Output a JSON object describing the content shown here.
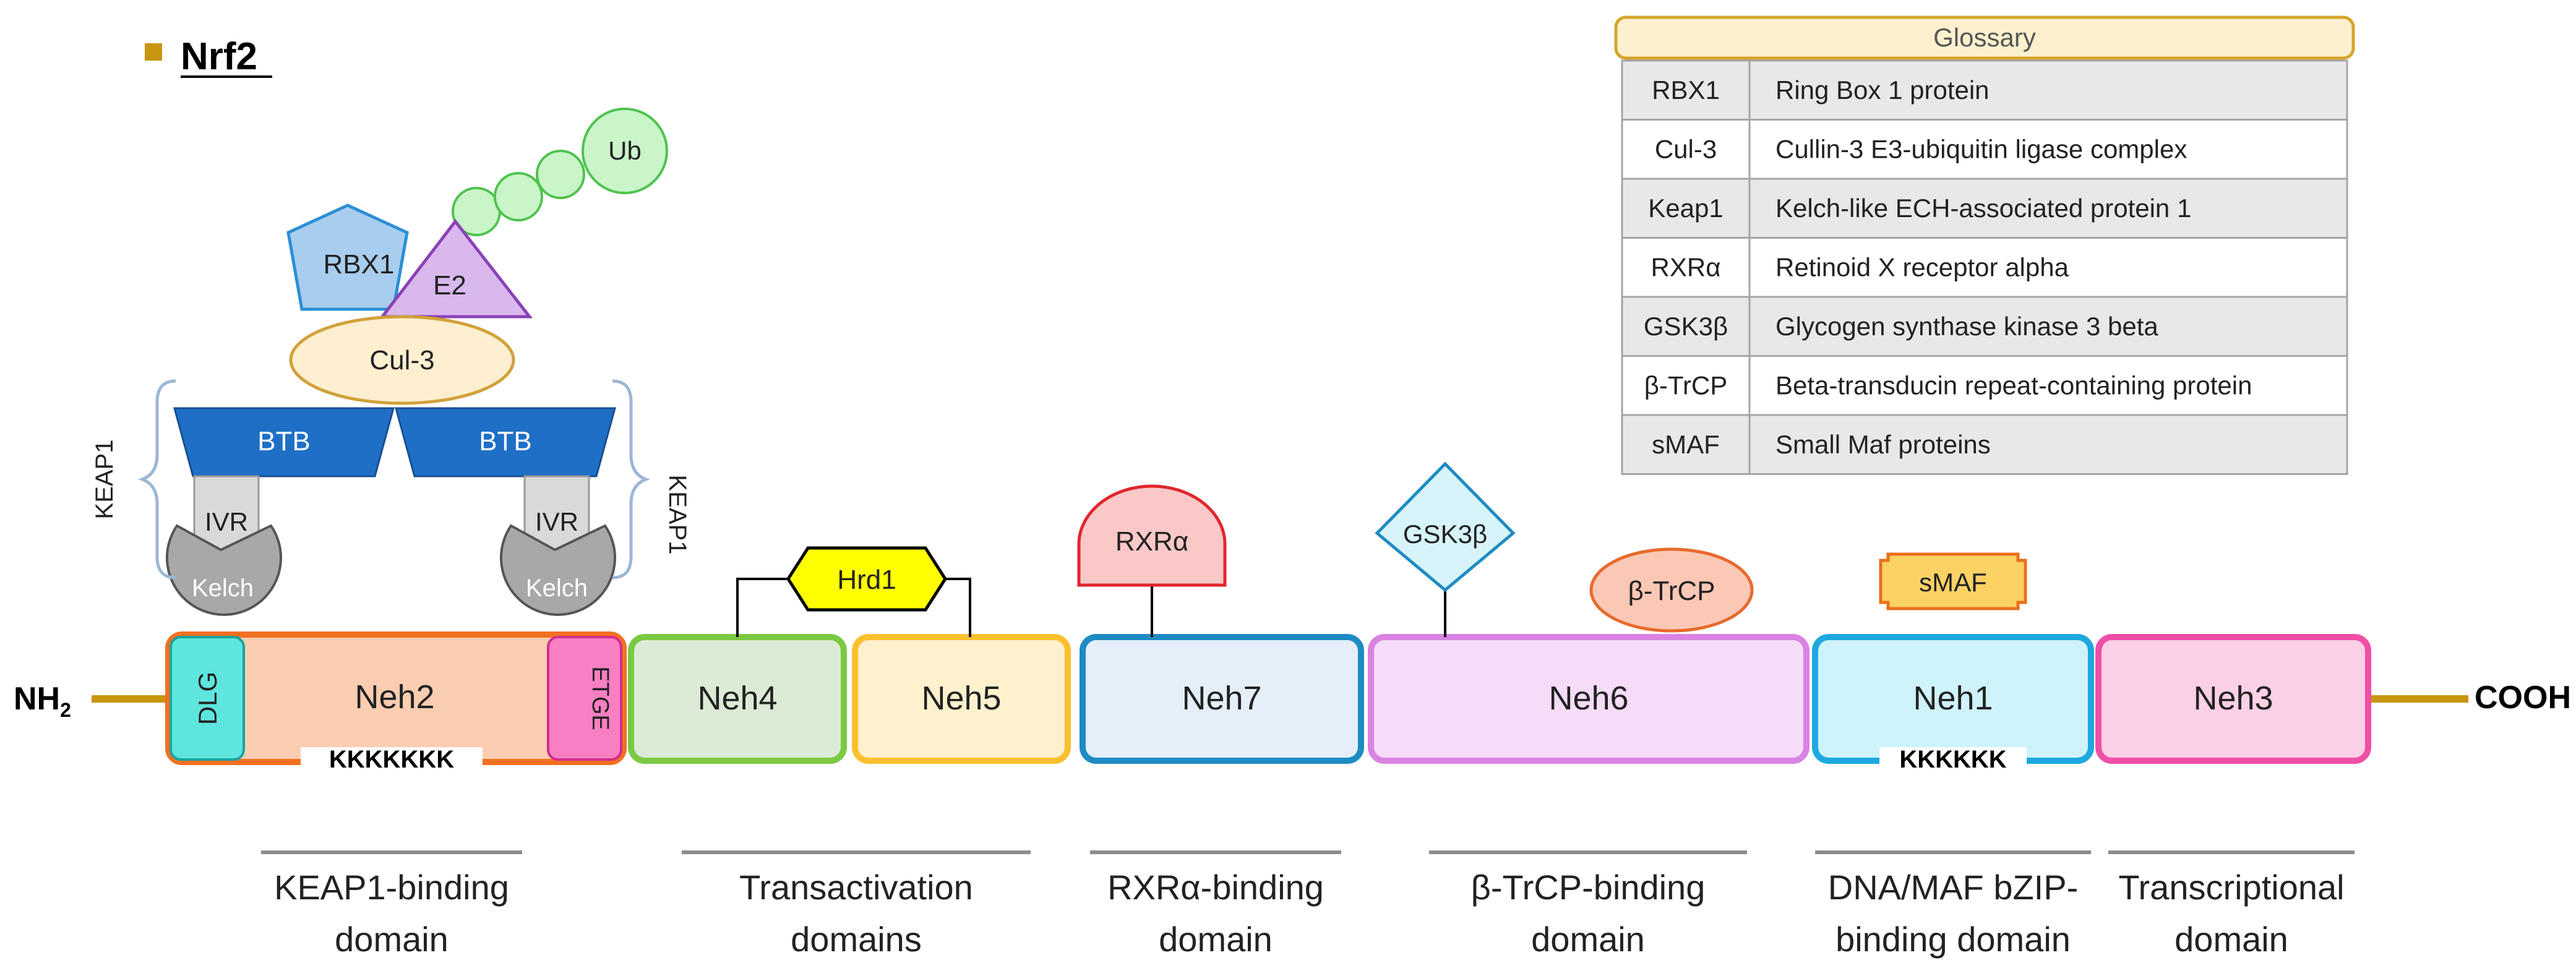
{
  "title": "Nrf2",
  "glossary": {
    "header": "Glossary",
    "rows": [
      {
        "abbr": "RBX1",
        "full": "Ring Box 1 protein"
      },
      {
        "abbr": "Cul-3",
        "full": "Cullin-3 E3-ubiquitin ligase complex"
      },
      {
        "abbr": "Keap1",
        "full": "Kelch-like ECH-associated protein 1"
      },
      {
        "abbr": "RXRα",
        "full": "Retinoid X receptor alpha"
      },
      {
        "abbr": "GSK3β",
        "full": "Glycogen synthase kinase 3 beta"
      },
      {
        "abbr": "β-TrCP",
        "full": "Beta-transducin repeat-containing protein"
      },
      {
        "abbr": "sMAF",
        "full": "Small Maf proteins"
      }
    ]
  },
  "complex": {
    "ub": "Ub",
    "e2": "E2",
    "rbx1": "RBX1",
    "cul3": "Cul-3",
    "btb_left": "BTB",
    "btb_right": "BTB",
    "ivr_left": "IVR",
    "ivr_right": "IVR",
    "kelch_left": "Kelch",
    "kelch_right": "Kelch",
    "keap1_left": "KEAP1",
    "keap1_right": "KEAP1"
  },
  "termini": {
    "n": "NH",
    "n_sub": "2",
    "c": "COOH"
  },
  "domains": {
    "dlg": "DLG",
    "neh2": "Neh2",
    "etge": "ETGE",
    "neh4": "Neh4",
    "neh5": "Neh5",
    "neh7": "Neh7",
    "neh6": "Neh6",
    "neh1": "Neh1",
    "neh3": "Neh3",
    "lys_neh2": "KKKKKKK",
    "lys_neh1": "KKKKKK"
  },
  "binders": {
    "hrd1": "Hrd1",
    "rxra": "RXRα",
    "gsk3b": "GSK3β",
    "btrcp": "β-TrCP",
    "smaf": "sMAF"
  },
  "regions": [
    {
      "line1": "KEAP1-binding",
      "line2": "domain"
    },
    {
      "line1": "Transactivation",
      "line2": "domains"
    },
    {
      "line1": "RXRα-binding",
      "line2": "domain"
    },
    {
      "line1": "β-TrCP-binding",
      "line2": "domain"
    },
    {
      "line1": "DNA/MAF bZIP-",
      "line2": "binding domain"
    },
    {
      "line1": "Transcriptional",
      "line2": "domain"
    }
  ],
  "colors": {
    "backbone": "#c8950f",
    "neh2_fill": "#fbcdb1",
    "neh2_stroke": "#f37021",
    "dlg_fill": "#5ee6de",
    "etge_fill": "#f77fc2",
    "neh4_stroke": "#7ac943",
    "neh5_stroke": "#fbc02d",
    "neh7_stroke": "#1e8bc3",
    "neh6_stroke": "#d983e2",
    "neh1_stroke": "#1ea8e0",
    "neh3_stroke": "#ef4fa6",
    "btb_fill": "#1f6fc7",
    "hrd1_fill": "#ffff00"
  }
}
